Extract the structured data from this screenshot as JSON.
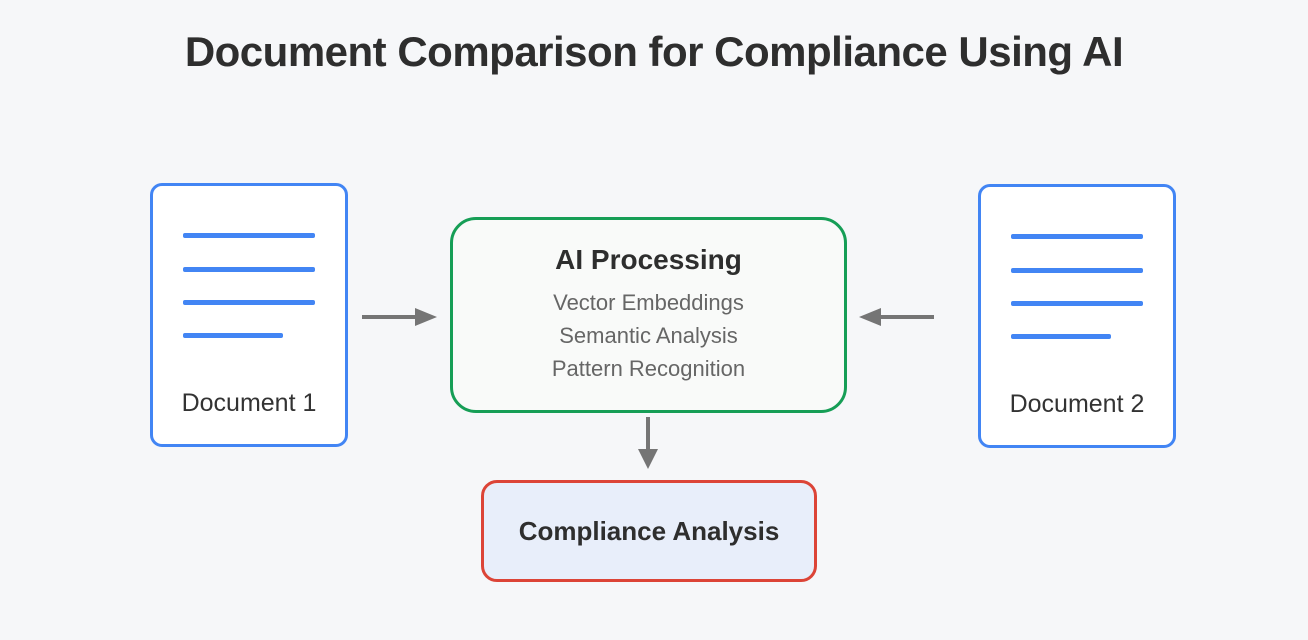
{
  "title": "Document Comparison for Compliance Using AI",
  "colors": {
    "background": "#f6f7f9",
    "blue": "#4285f4",
    "green": "#169e56",
    "red": "#dc4437",
    "arrow": "#757575",
    "dark_text": "#2e2e2e",
    "gray_text": "#666666",
    "compliance_fill": "#e8eefa",
    "ai_fill": "#f9faf9",
    "node_fill": "#ffffff"
  },
  "nodes": {
    "document1": {
      "label": "Document 1"
    },
    "document2": {
      "label": "Document 2"
    },
    "ai_processing": {
      "title": "AI Processing",
      "subitems": [
        "Vector Embeddings",
        "Semantic Analysis",
        "Pattern Recognition"
      ]
    },
    "compliance": {
      "label": "Compliance Analysis"
    }
  },
  "icons": {
    "document1_lines": "document-text-lines-icon",
    "document2_lines": "document-text-lines-icon",
    "arrow_doc1_to_ai": "arrow-right-icon",
    "arrow_doc2_to_ai": "arrow-left-icon",
    "arrow_ai_to_compliance": "arrow-down-icon"
  }
}
